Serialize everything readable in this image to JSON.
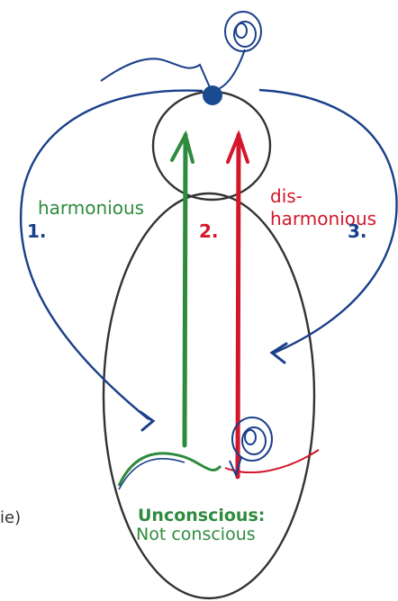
{
  "labels": {
    "harmonious": "harmonious",
    "dis_line1": "dis-",
    "dis_line2": "harmonious",
    "num1": "1.",
    "num2": "2.",
    "num3": "3.",
    "partial_left": "ie)",
    "unconscious": "Unconscious:",
    "not_conscious": "Not conscious"
  },
  "colors": {
    "green": "#2e8b3e",
    "red": "#d3172b",
    "blue": "#1a3f8a",
    "outline": "#333333"
  }
}
